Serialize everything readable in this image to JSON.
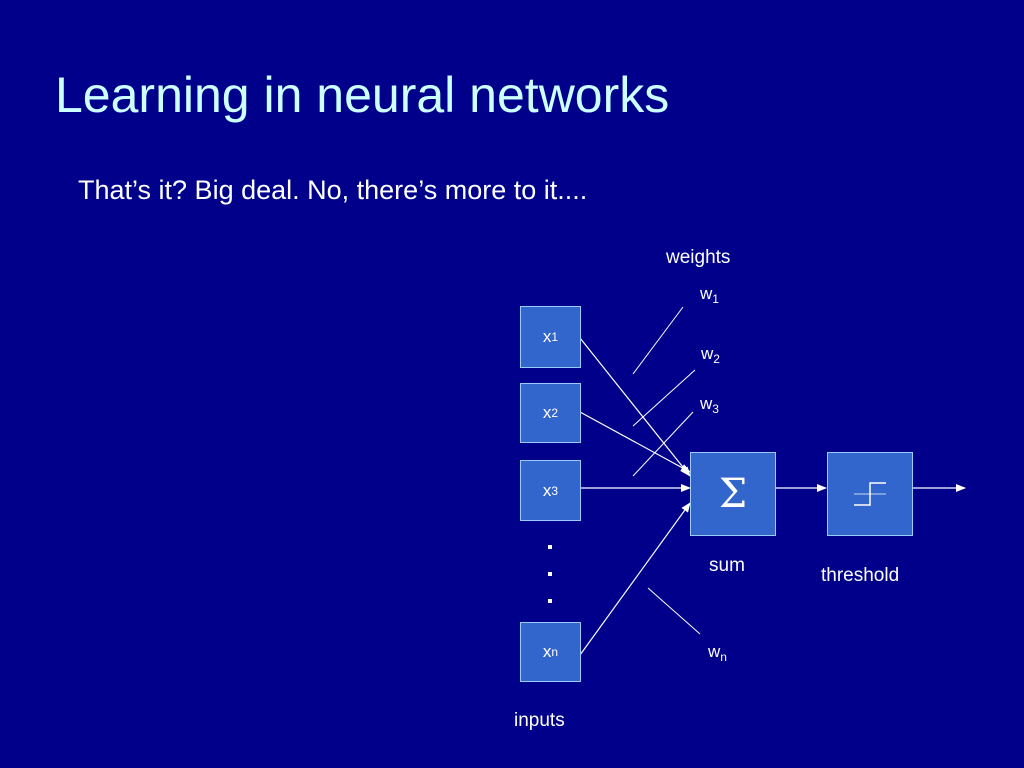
{
  "title": "Learning in neural networks",
  "subtitle": "That’s it?  Big deal.  No, there’s more to it....",
  "diagram": {
    "weights_label": "weights",
    "inputs_label": "inputs",
    "sum_label": "sum",
    "threshold_label": "threshold",
    "sum_symbol": "Σ",
    "inputs": [
      {
        "base": "x",
        "sub": "1"
      },
      {
        "base": "x",
        "sub": "2"
      },
      {
        "base": "x",
        "sub": "3"
      },
      {
        "base": "x",
        "sub": "n"
      }
    ],
    "weights": [
      {
        "base": "w",
        "sub": "1"
      },
      {
        "base": "w",
        "sub": "2"
      },
      {
        "base": "w",
        "sub": "3"
      },
      {
        "base": "w",
        "sub": "n"
      }
    ],
    "colors": {
      "background": "#00008b",
      "title": "#ccffff",
      "box_fill": "#3366cc",
      "box_border": "#99ccff",
      "lines": "#ffffff"
    }
  }
}
